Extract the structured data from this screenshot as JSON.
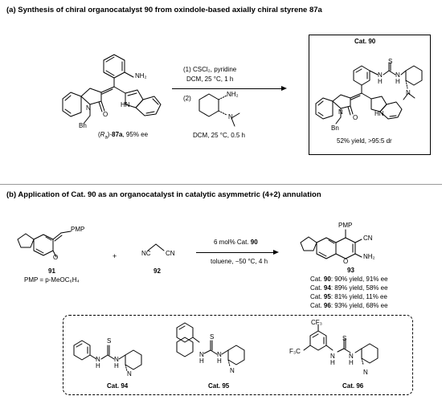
{
  "panel_a": {
    "title": "(a) Synthesis of chiral organocatalyst 90 from oxindole-based axially chiral styrene 87a",
    "start_nh2": "NH₂",
    "start_hn": "HN",
    "start_n": "N",
    "start_bn": "Bn",
    "start_o": "O",
    "start_label_prefix": "(",
    "start_label_ra": "R",
    "start_label_sub": "a",
    "start_label_mid": ")-",
    "start_label_num": "87a",
    "start_label_ee": ", 95% ee",
    "step1_line1": "(1) CSCl₂, pyridine",
    "step1_line2": "DCM, 25 °C, 1 h",
    "step2": "(2)",
    "amine_nh2": "NH₂",
    "amine_n": "N",
    "step2_cond": "DCM, 25 °C, 0.5 h",
    "cat90_title": "Cat. 90",
    "cat90_s": "S",
    "cat90_n": "N",
    "cat90_h": "H",
    "cat90_hn": "HN",
    "cat90_bn": "Bn",
    "cat90_o": "O",
    "cat90_result": "52% yield, >95:5 dr"
  },
  "panel_b": {
    "title": "(b) Application of Cat. 90 as an organocatalyst in catalytic asymmetric (4+2) annulation",
    "pmp_top": "PMP",
    "cmpd91_num": "91",
    "pmp_def": "PMP = p-MeOC₆H₄",
    "plus": "+",
    "nc": "NC",
    "cn": "CN",
    "cmpd92_num": "92",
    "cond_pre": "6 mol% Cat. ",
    "cond_cat": "90",
    "cond2": "toluene, −50 °C, 4 h",
    "prod_pmp": "PMP",
    "prod_cn": "CN",
    "prod_nh2": "NH₂",
    "prod_num": "93",
    "results": [
      {
        "cat": "Cat. ",
        "num": "90",
        "text": ": 90% yield, 91% ee"
      },
      {
        "cat": "Cat. ",
        "num": "94",
        "text": ": 89% yield, 58% ee"
      },
      {
        "cat": "Cat. ",
        "num": "95",
        "text": ": 81% yield, 11% ee"
      },
      {
        "cat": "Cat. ",
        "num": "96",
        "text": ": 93% yield, 68% ee"
      }
    ],
    "cat94": "Cat. 94",
    "cat95": "Cat. 95",
    "cat96": "Cat. 96",
    "cf3": "CF₃",
    "f3c": "F₃C"
  }
}
